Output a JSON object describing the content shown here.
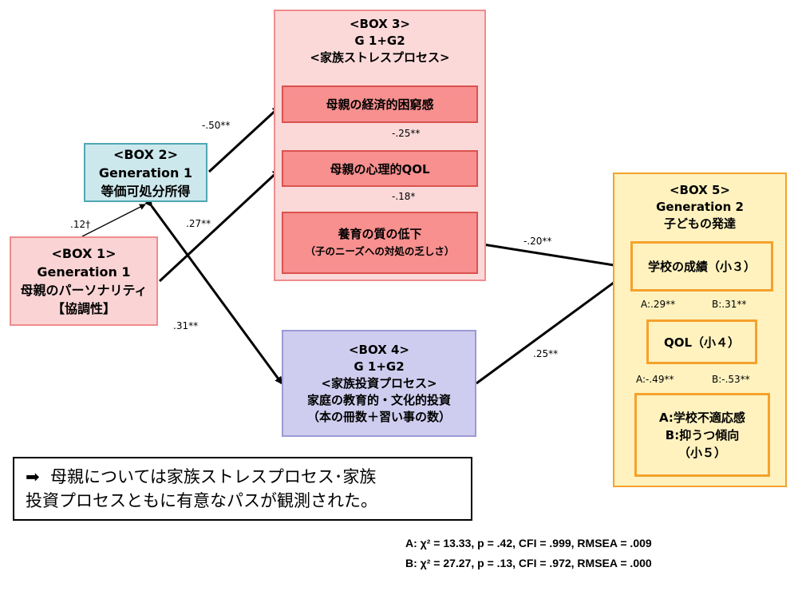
{
  "box1": {
    "tag": "<BOX 1>",
    "gen": "Generation 1",
    "title": "母親のパーソナリティ",
    "sub": "【協調性】"
  },
  "box2": {
    "tag": "<BOX 2>",
    "gen": "Generation 1",
    "title": "等価可処分所得"
  },
  "box3": {
    "tag": "<BOX 3>",
    "gen": "G 1+G2",
    "title": "<家族ストレスプロセス>",
    "items": [
      {
        "label": "母親の経済的困窮感"
      },
      {
        "label": "母親の心理的QOL"
      },
      {
        "label": "養育の質の低下",
        "sub": "（子のニーズへの対処の乏しさ）"
      }
    ]
  },
  "box4": {
    "tag": "<BOX 4>",
    "gen": "G 1+G2",
    "title": "<家族投資プロセス>",
    "line1": "家庭の教育的・文化的投資",
    "line2": "（本の冊数＋習い事の数）"
  },
  "box5": {
    "tag": "<BOX 5>",
    "gen": "Generation 2",
    "title": "子どもの発達",
    "items": [
      {
        "label": "学校の成績（小３）"
      },
      {
        "label": "QOL（小４）"
      },
      {
        "label1": "A:学校不適応感",
        "label2": "B:抑うつ傾向",
        "label3": "（小５）"
      }
    ]
  },
  "coefficients": {
    "b1_b2": ".12†",
    "b2_b3a": "-.50**",
    "b1_b3b": ".27**",
    "b2_b4": ".31**",
    "b3a_b3b": "-.25**",
    "b3b_b3c": "-.18*",
    "b3c_b5": "-.20**",
    "b4_b5": ".25**",
    "b5a_b5b_A": "A:.29**",
    "b5a_b5b_B": "B:.31**",
    "b5b_b5c_A": "A:-.49**",
    "b5b_b5c_B": "B:-.53**"
  },
  "note": {
    "arrow": "➡",
    "line1": "母親については家族ストレスプロセス･家族",
    "line2": "投資プロセスともに有意なパスが観測された。"
  },
  "fit": {
    "A": "A:   χ² = 13.33, p = .42, CFI = .999,  RMSEA = .009",
    "B": "B:   χ² = 27.27, p = .13, CFI = .972,  RMSEA = .000"
  }
}
